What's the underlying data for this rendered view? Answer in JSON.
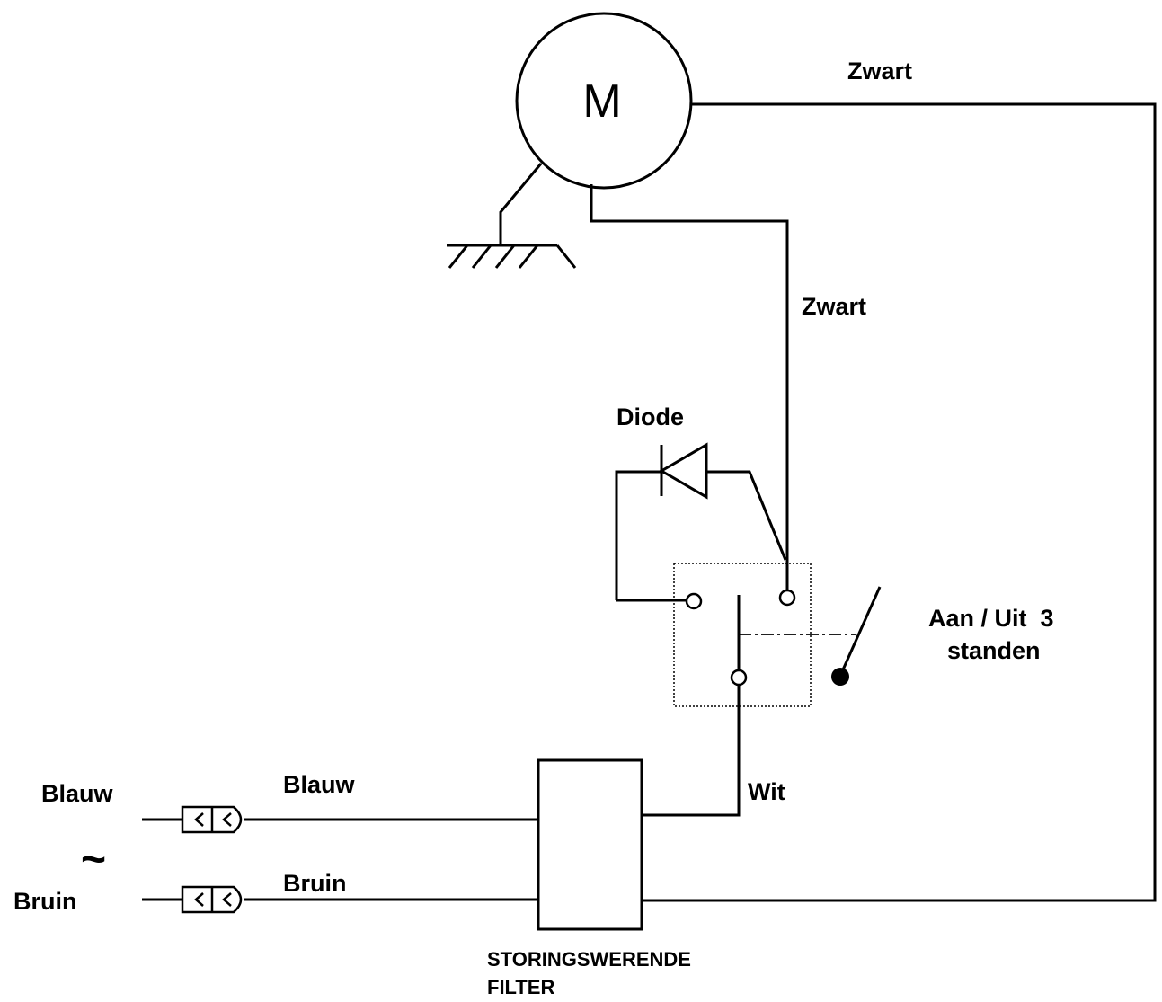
{
  "labels": {
    "motor": "M",
    "zwart_top": "Zwart",
    "zwart_mid": "Zwart",
    "diode": "Diode",
    "switch_line1": "Aan / Uit  3",
    "switch_line2": "standen",
    "blauw_left": "Blauw",
    "blauw_wire": "Blauw",
    "tilde": "~",
    "bruin_left": "Bruin",
    "bruin_wire": "Bruin",
    "wit": "Wit",
    "filter_line1": "STORINGSWERENDE",
    "filter_line2": "FILTER"
  }
}
